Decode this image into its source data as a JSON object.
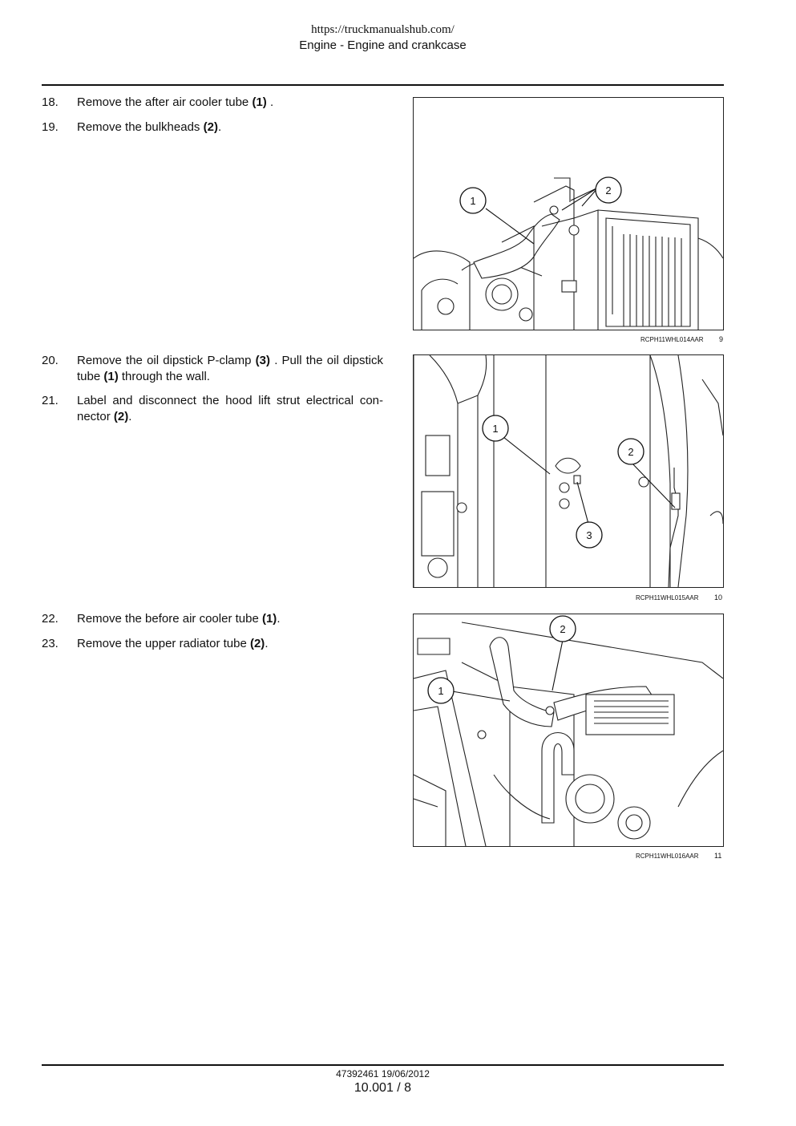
{
  "header": {
    "url": "https://truckmanualshub.com/",
    "section": "Engine - Engine and crankcase"
  },
  "steps": [
    {
      "num": "18.",
      "parts": [
        {
          "t": "Remove the after air cooler tube "
        },
        {
          "t": "(1)",
          "b": true
        },
        {
          "t": " ."
        }
      ]
    },
    {
      "num": "19.",
      "parts": [
        {
          "t": "Remove the bulkheads "
        },
        {
          "t": "(2)",
          "b": true
        },
        {
          "t": "."
        }
      ]
    },
    {
      "num": "20.",
      "parts": [
        {
          "t": "Remove the oil dipstick P-clamp "
        },
        {
          "t": "(3)",
          "b": true
        },
        {
          "t": " .  Pull the oil dipstick tube "
        },
        {
          "t": "(1)",
          "b": true
        },
        {
          "t": " through the wall."
        }
      ]
    },
    {
      "num": "21.",
      "parts": [
        {
          "t": "Label and disconnect the hood lift strut electrical con-nector "
        },
        {
          "t": "(2)",
          "b": true
        },
        {
          "t": "."
        }
      ]
    },
    {
      "num": "22.",
      "parts": [
        {
          "t": "Remove the before air cooler tube "
        },
        {
          "t": "(1)",
          "b": true
        },
        {
          "t": "."
        }
      ]
    },
    {
      "num": "23.",
      "parts": [
        {
          "t": "Remove the upper radiator tube "
        },
        {
          "t": "(2)",
          "b": true
        },
        {
          "t": "."
        }
      ]
    }
  ],
  "figures": [
    {
      "code": "RCPH11WHL014AAR",
      "number": "9",
      "callouts": [
        "1",
        "2"
      ]
    },
    {
      "code": "RCPH11WHL015AAR",
      "number": "10",
      "callouts": [
        "1",
        "2",
        "3"
      ]
    },
    {
      "code": "RCPH11WHL016AAR",
      "number": "11",
      "callouts": [
        "1",
        "2"
      ]
    }
  ],
  "footer": {
    "doc_ref": "47392461 19/06/2012",
    "page": "10.001 / 8"
  }
}
